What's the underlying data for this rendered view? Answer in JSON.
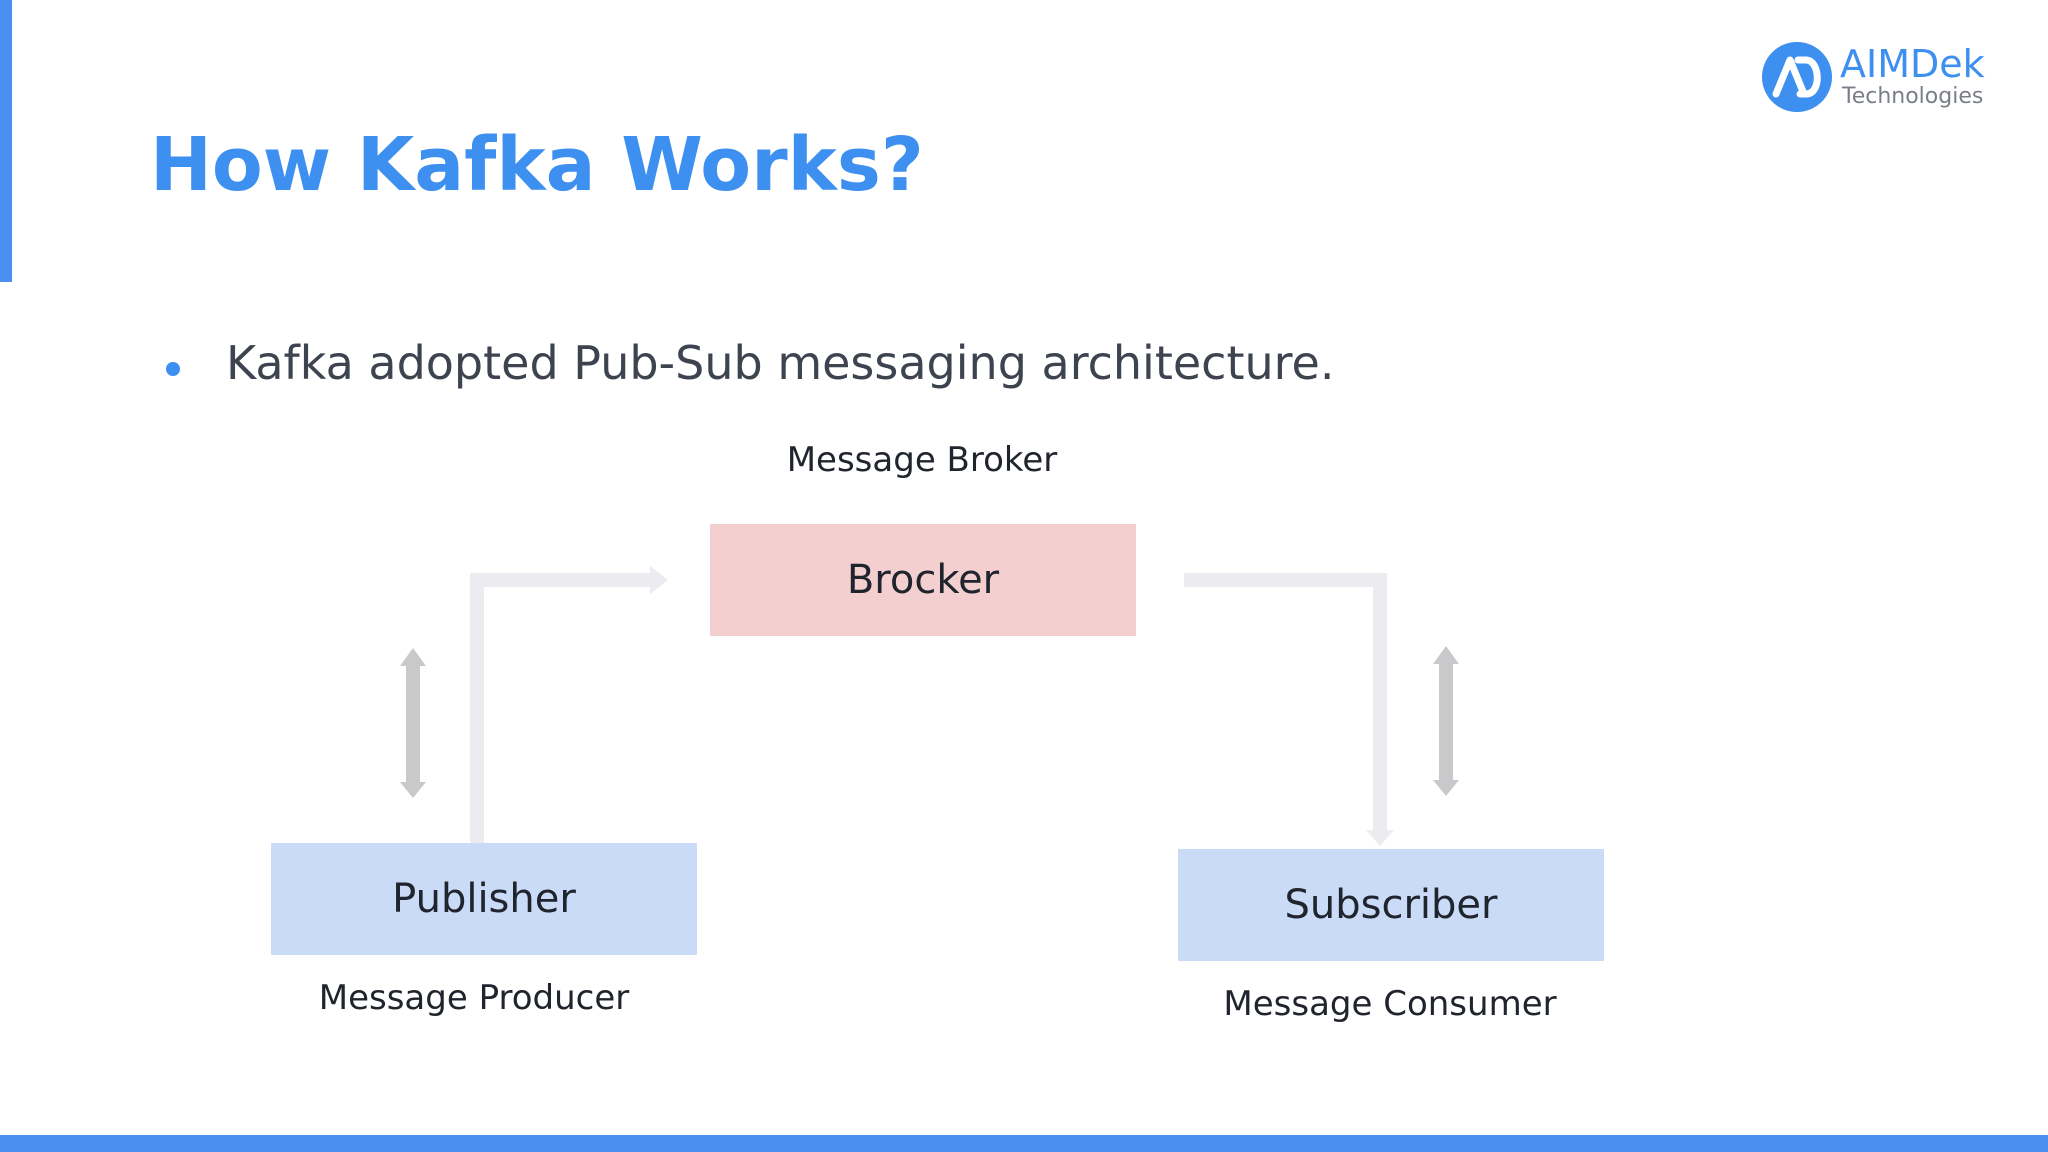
{
  "slide": {
    "title": "How Kafka Works?",
    "bullets": [
      "Kafka adopted Pub-Sub messaging architecture."
    ]
  },
  "logo": {
    "mark": "AD",
    "name": "AIMDek",
    "subtitle": "Technologies"
  },
  "diagram": {
    "broker": {
      "label": "Brocker",
      "caption": "Message Broker"
    },
    "publisher": {
      "label": "Publisher",
      "caption": "Message Producer"
    },
    "subscriber": {
      "label": "Subscriber",
      "caption": "Message Consumer"
    }
  },
  "colors": {
    "accent": "#3d8ff0",
    "broker_box": "#f3cfd0",
    "client_box": "#c9dbf7",
    "text": "#20242c",
    "arrow_light": "#ececf0",
    "arrow_gray": "#c9c9cc"
  }
}
